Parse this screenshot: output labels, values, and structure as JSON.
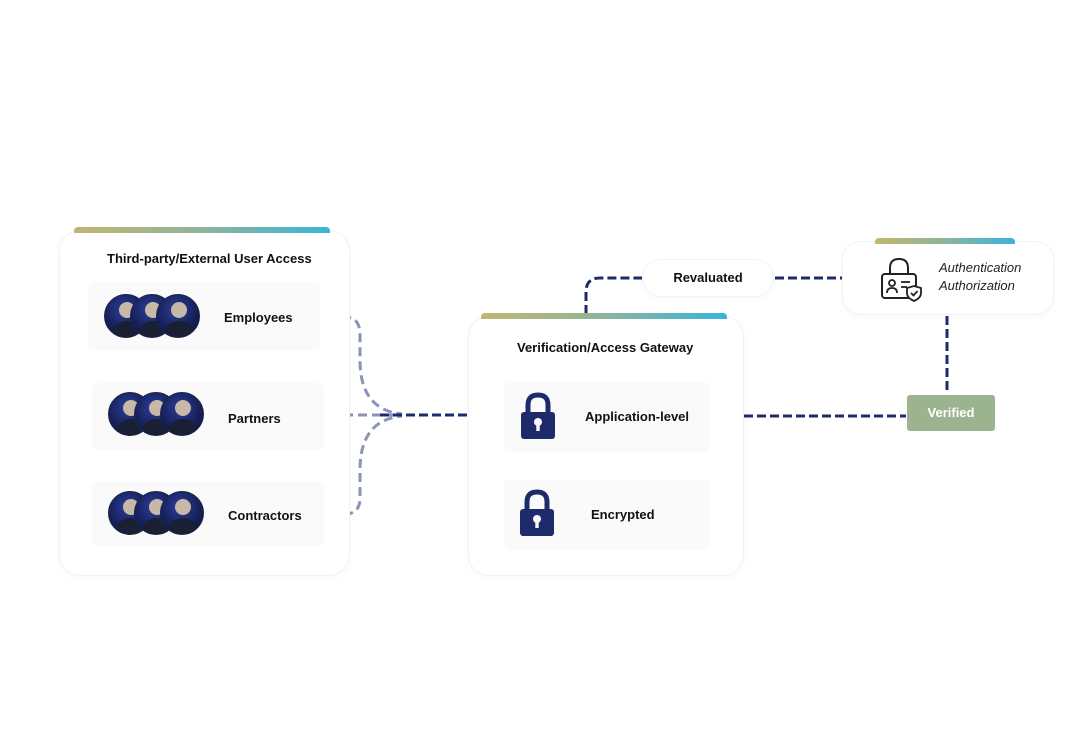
{
  "external_card": {
    "title": "Third-party/External User Access",
    "rows": [
      {
        "label": "Employees",
        "icon": "user-group-icon"
      },
      {
        "label": "Partners",
        "icon": "user-group-icon"
      },
      {
        "label": "Contractors",
        "icon": "user-group-icon"
      }
    ]
  },
  "gateway_card": {
    "title": "Verification/Access Gateway",
    "rows": [
      {
        "label": "Application-level",
        "icon": "lock-icon"
      },
      {
        "label": "Encrypted",
        "icon": "lock-icon"
      }
    ]
  },
  "auth_card": {
    "line1": "Authentication",
    "line2": "Authorization",
    "icon": "secure-id-lock-icon"
  },
  "revaluated_label": "Revaluated",
  "verified_label": "Verified",
  "colors": {
    "line_dark": "#1e2b6b",
    "line_light": "#8a93b8",
    "lock": "#1e2b6b",
    "verified_bg": "#9bb38e",
    "bar_gradient": [
      "#c2b670",
      "#8eb49a",
      "#39b4dd"
    ]
  }
}
